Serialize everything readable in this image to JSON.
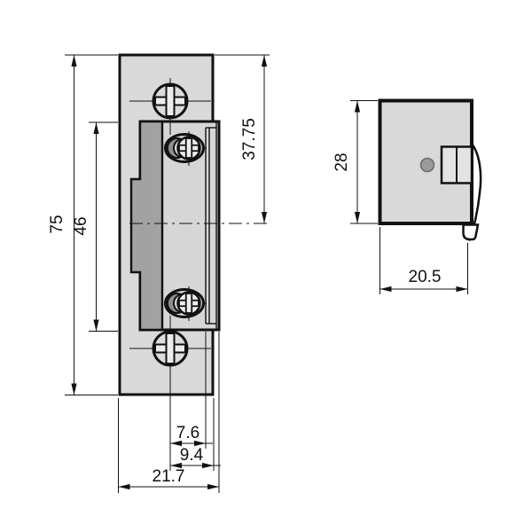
{
  "drawing": {
    "background": "#ffffff",
    "line_color": "#111111",
    "fills": {
      "plate": "#d9d9d9",
      "body": "#d6d6d6",
      "keeper": "#a2a2a2",
      "screw": "#dcdcdc",
      "screw_cross": "#ececec",
      "crescent": "#8e8e8e",
      "side_keeper": "#e3e3e3",
      "hole": "#9a9a9a",
      "tongue": "#ffffff"
    },
    "dimensions": {
      "front_total_height": "75",
      "front_body_height": "46",
      "front_top_to_center": "37.75",
      "front_center_to_lip": "7.6",
      "front_center_to_edge": "9.4",
      "front_total_width": "21.7",
      "side_height": "28",
      "side_depth": "20.5"
    }
  }
}
